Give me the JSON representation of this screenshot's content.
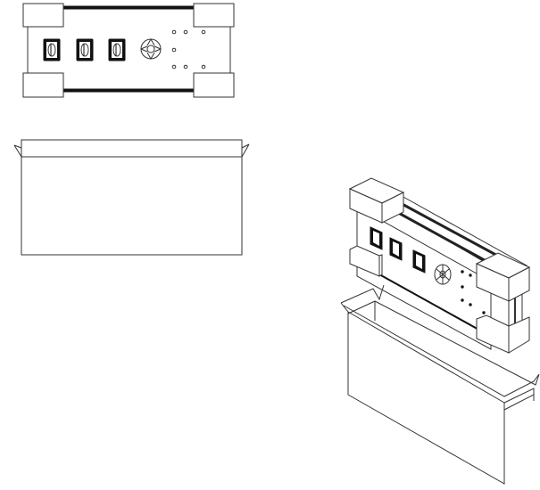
{
  "figure": {
    "views": [
      "top-view-device-with-corner-protectors",
      "open-shipping-box-front-view",
      "isometric-device-inserted-into-box"
    ],
    "colors": {
      "line": "#333333",
      "background": "#ffffff"
    }
  }
}
